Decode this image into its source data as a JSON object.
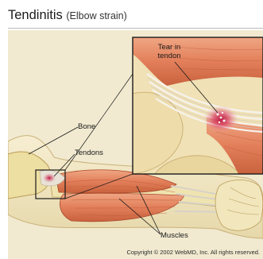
{
  "header": {
    "title": "Tendinitis",
    "subtitle": "(Elbow strain)"
  },
  "labels": {
    "tear": [
      "Tear in",
      "tendon"
    ],
    "bone": "Bone",
    "tendons": "Tendons",
    "muscles": "Muscles"
  },
  "copyright": "Copyright © 2002 WebMD, Inc. All rights reserved.",
  "colors": {
    "background": "#f1ead0",
    "muscle": "#e27f5a",
    "bone": "#eddfa2",
    "tendon": "#e6e2dc",
    "inflammation": "#d32a55"
  }
}
